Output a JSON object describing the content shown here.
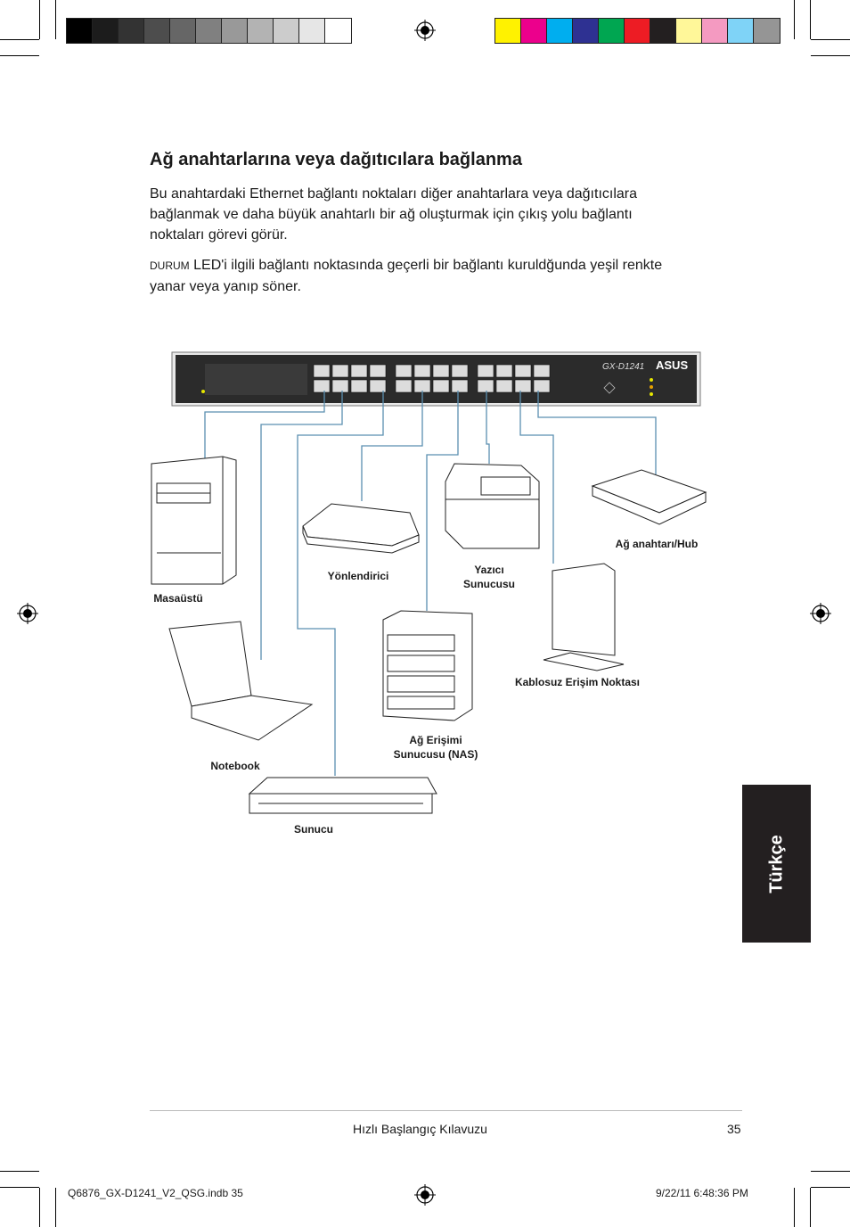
{
  "heading": "Ağ anahtarlarına veya dağıtıcılara bağlanma",
  "paragraph1": "Bu anahtardaki Ethernet bağlantı noktaları diğer anahtarlara veya dağıtıcılara bağlanmak ve daha büyük anahtarlı bir ağ oluşturmak için çıkış yolu bağlantı noktaları görevi görür.",
  "paragraph2_prefix": "DURUM",
  "paragraph2_text": " LED'i ilgili bağlantı noktasında geçerli bir bağlantı kuruldğunda yeşil renkte yanar veya yanıp söner.",
  "switch": {
    "model": "GX-D1241",
    "brand": "ASUS"
  },
  "devices": {
    "desktop": "Masaüstü",
    "router": "Yönlendirici",
    "printer_line1": "Yazıcı",
    "printer_line2": "Sunucusu",
    "switch_hub": "Ağ anahtarı/Hub",
    "access_point": "Kablosuz Erişim Noktası",
    "nas_line1": "Ağ Erişimi",
    "nas_line2": "Sunucusu (NAS)",
    "notebook": "Notebook",
    "server": "Sunucu"
  },
  "side_tab": "Türkçe",
  "footer": {
    "guide": "Hızlı Başlangıç Kılavuzu",
    "page": "35"
  },
  "slug": {
    "file": "Q6876_GX-D1241_V2_QSG.indb   35",
    "date": "9/22/11   6:48:36 PM"
  },
  "colors": {
    "grays": [
      "#000000",
      "#1c1c1c",
      "#333333",
      "#4d4d4d",
      "#666666",
      "#808080",
      "#999999",
      "#b3b3b3",
      "#cccccc",
      "#e6e6e6",
      "#ffffff"
    ],
    "process": [
      "#fff200",
      "#ec008c",
      "#00aeef",
      "#2e3192",
      "#00a651",
      "#ed1c24",
      "#231f20",
      "#fff799",
      "#f49ac1",
      "#7fd3f7",
      "#959595"
    ],
    "line": "#5b8fb0",
    "tab": "#231f20"
  }
}
